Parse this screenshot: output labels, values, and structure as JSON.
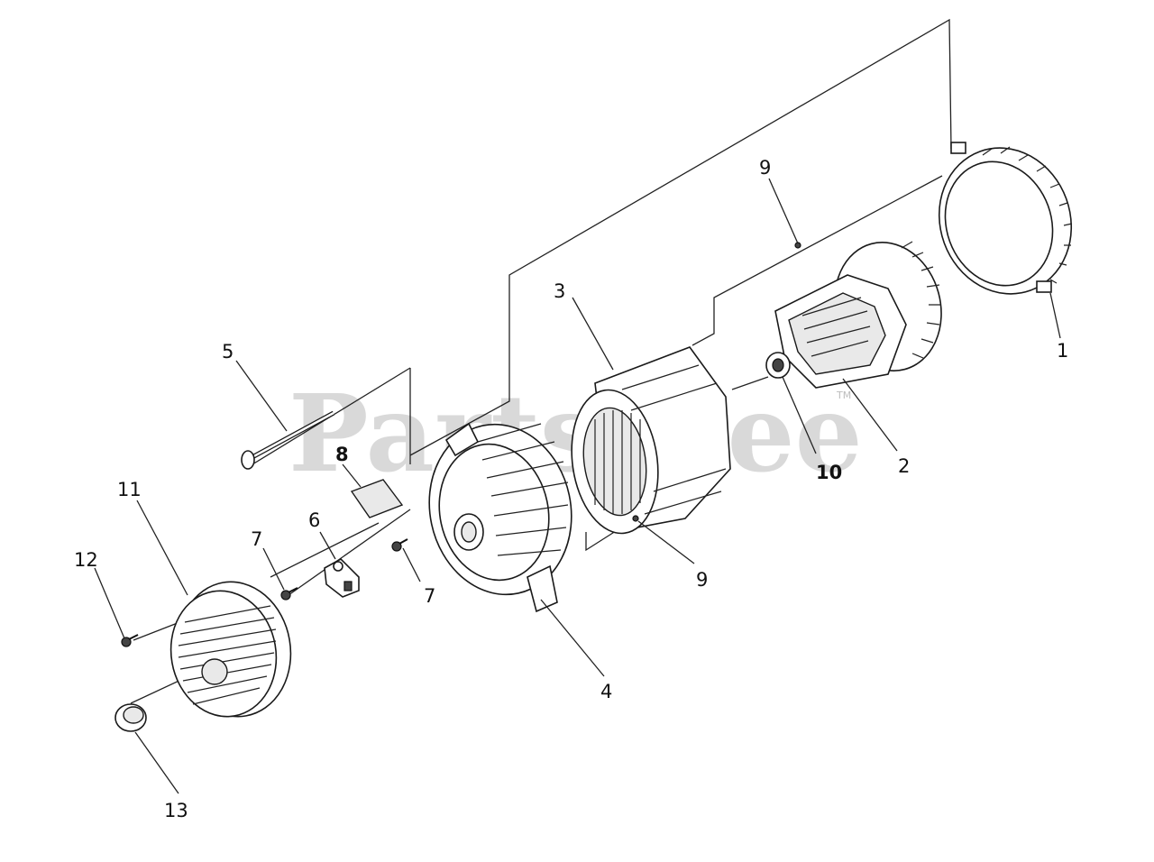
{
  "watermark": {
    "text": "PartsTree",
    "trademark": "TM"
  },
  "callouts": [
    {
      "id": "1",
      "text": "1"
    },
    {
      "id": "2",
      "text": "2"
    },
    {
      "id": "3",
      "text": "3"
    },
    {
      "id": "4",
      "text": "4"
    },
    {
      "id": "5",
      "text": "5"
    },
    {
      "id": "6",
      "text": "6"
    },
    {
      "id": "7a",
      "text": "7"
    },
    {
      "id": "7b",
      "text": "7"
    },
    {
      "id": "8",
      "text": "8"
    },
    {
      "id": "9a",
      "text": "9"
    },
    {
      "id": "9b",
      "text": "9"
    },
    {
      "id": "10",
      "text": "10"
    },
    {
      "id": "11",
      "text": "11"
    },
    {
      "id": "12",
      "text": "12"
    },
    {
      "id": "13",
      "text": "13"
    }
  ],
  "colors": {
    "line": "#222222",
    "watermark": "#d9d9d9",
    "background": "#ffffff"
  }
}
